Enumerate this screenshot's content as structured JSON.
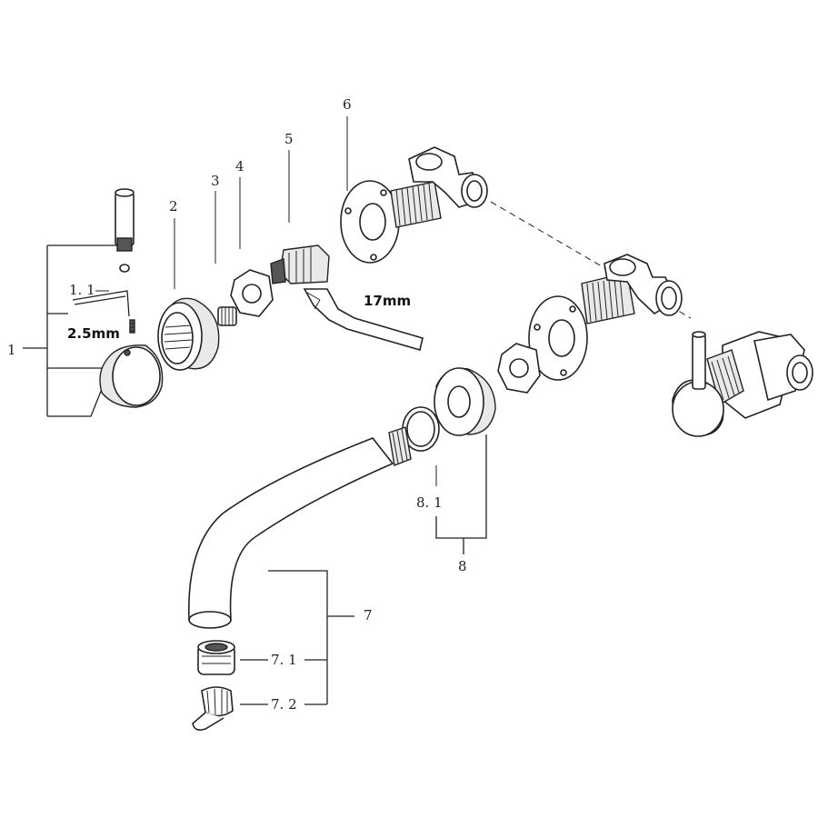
{
  "labels": {
    "l1": "1",
    "l1_1": "1. 1",
    "l2": "2",
    "l3": "3",
    "l4": "4",
    "l5": "5",
    "l6": "6",
    "l7": "7",
    "l7_1": "7. 1",
    "l7_2": "7. 2",
    "l8": "8",
    "l8_1": "8. 1"
  },
  "measurements": {
    "hex_key": "2.5mm",
    "wrench": "17mm"
  },
  "colors": {
    "line": "#222222",
    "fill_light": "#e9e9e9",
    "fill_dark": "#555555"
  }
}
